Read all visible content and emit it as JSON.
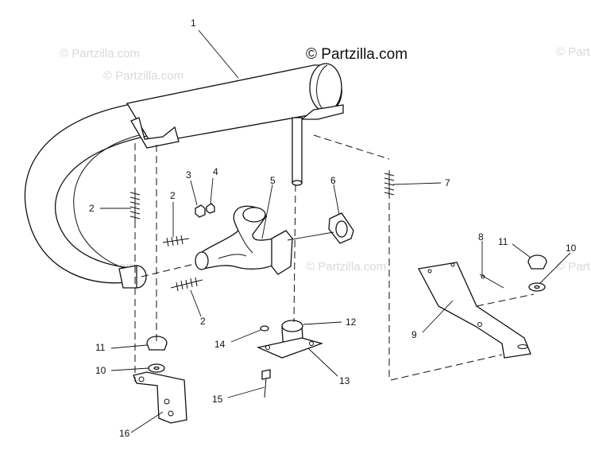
{
  "watermark": {
    "text": "© Partzilla.com",
    "main_brand": "© Partzilla.com"
  },
  "callouts": [
    {
      "id": "c1",
      "label": "1"
    },
    {
      "id": "c2a",
      "label": "2"
    },
    {
      "id": "c2b",
      "label": "2"
    },
    {
      "id": "c2c",
      "label": "2"
    },
    {
      "id": "c3",
      "label": "3"
    },
    {
      "id": "c4",
      "label": "4"
    },
    {
      "id": "c5",
      "label": "5"
    },
    {
      "id": "c6",
      "label": "6"
    },
    {
      "id": "c7",
      "label": "7"
    },
    {
      "id": "c8",
      "label": "8"
    },
    {
      "id": "c9",
      "label": "9"
    },
    {
      "id": "c10a",
      "label": "10"
    },
    {
      "id": "c10b",
      "label": "10"
    },
    {
      "id": "c11a",
      "label": "11"
    },
    {
      "id": "c11b",
      "label": "11"
    },
    {
      "id": "c12",
      "label": "12"
    },
    {
      "id": "c13",
      "label": "13"
    },
    {
      "id": "c14",
      "label": "14"
    },
    {
      "id": "c15",
      "label": "15"
    },
    {
      "id": "c16",
      "label": "16"
    }
  ]
}
